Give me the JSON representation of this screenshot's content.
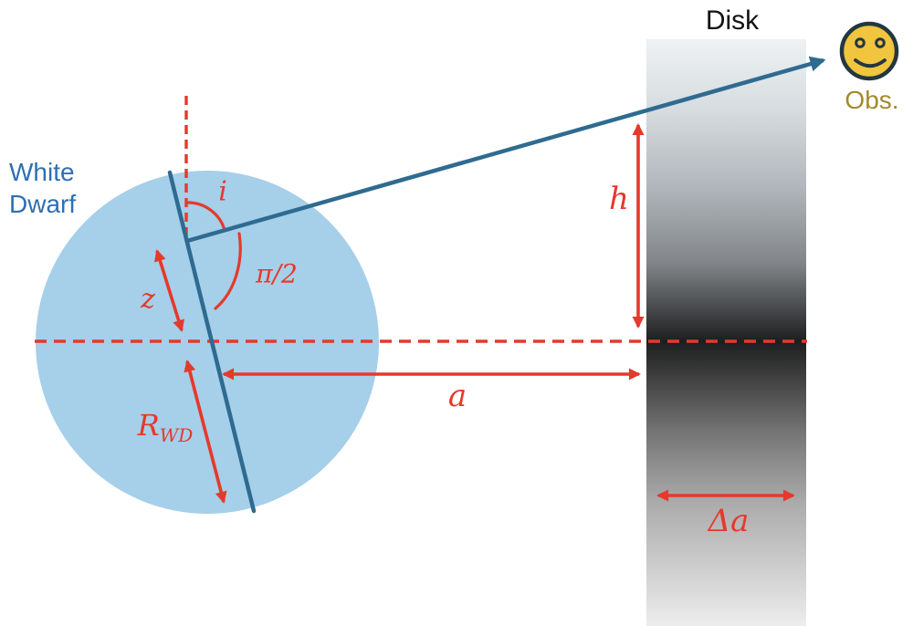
{
  "figure": {
    "white_dwarf_label": [
      "White",
      "Dwarf"
    ],
    "disk_label": "Disk",
    "observer_label": "Obs.",
    "symbols": {
      "inclination": "i",
      "half_pi": "π/2",
      "z": "z",
      "wd_radius_base": "R",
      "wd_radius_sub": "WD",
      "semimajor_axis": "a",
      "height": "h",
      "delta_a": "Δa"
    },
    "icons": {
      "observer": "smiley-face-icon"
    }
  },
  "colors": {
    "red": "#e5392b",
    "blue-line": "#2f6b90",
    "wd-fill": "#a6cfe9",
    "wd-label": "#2e6fb3",
    "disk-label": "#121212",
    "obs-label": "#a38a2c",
    "smiley-fill": "#f2c53e",
    "smiley-stroke": "#233741",
    "disk-g0": "#eef2f5",
    "disk-g1": "#d6dcdf",
    "disk-g2": "#b1b7bc",
    "disk-g3": "#82868a",
    "disk-g4": "#3f4143",
    "disk-g5": "#1d1e1f",
    "disk-g6": "#3c3c3c",
    "disk-g7": "#757575",
    "disk-g8": "#ababab",
    "disk-g9": "#ededed"
  }
}
